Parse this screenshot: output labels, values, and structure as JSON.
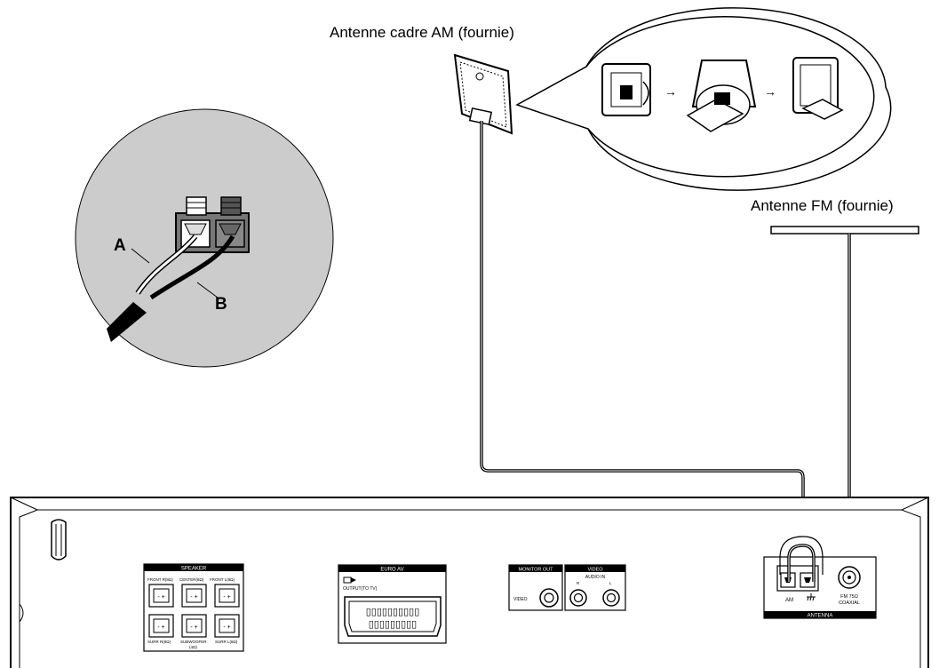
{
  "labels": {
    "am_antenna": "Antenne cadre AM (fournie)",
    "fm_antenna": "Antenne FM (fournie)",
    "wire_a": "A",
    "wire_b": "B"
  },
  "panel": {
    "speaker": {
      "title": "SPEAKER",
      "front_r": "FRONT R(8Ω)",
      "center": "CENTER(8Ω)",
      "front_l": "FRONT L(8Ω)",
      "surr_r": "SURR R(8Ω)",
      "subwoofer": "SUBWOOFER",
      "subwoofer_ohm": "(4Ω)",
      "surr_l": "SURR L(8Ω)"
    },
    "euro_av": {
      "title": "EURO AV",
      "output": "OUTPUT(TO TV)"
    },
    "monitor_out": {
      "title": "MONITOR OUT",
      "video": "VIDEO"
    },
    "video_in": {
      "title": "VIDEO",
      "audio_in": "AUDIO IN",
      "r": "R",
      "l": "L"
    },
    "antenna": {
      "title": "ANTENNA",
      "am": "AM",
      "fm": "FM 75Ω",
      "coaxial": "COAXIAL"
    }
  },
  "colors": {
    "ink": "#000000",
    "inset_fill": "#cccccc",
    "terminal_fill": "#777777"
  }
}
